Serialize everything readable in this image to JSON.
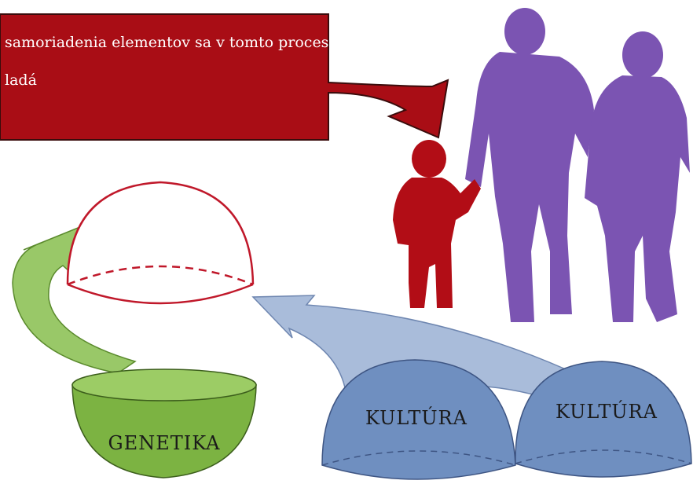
{
  "banner": {
    "line1": "samoriadenia elementov sa v tomto procese",
    "line2": "ladá"
  },
  "labels": {
    "genetika": "GENETIKA",
    "kultura_left": "KULTÚRA",
    "kultura_right": "KULTÚRA"
  },
  "colors": {
    "banner": "#a90d15",
    "child": "#b20d16",
    "adults": "#7b54b2",
    "genetics_green": "#7cb342",
    "genetics_arrow": "#99c868",
    "culture_blue": "#6f8fc0",
    "culture_arrow": "#a9bcda",
    "empty_dome": "#c0182a"
  }
}
